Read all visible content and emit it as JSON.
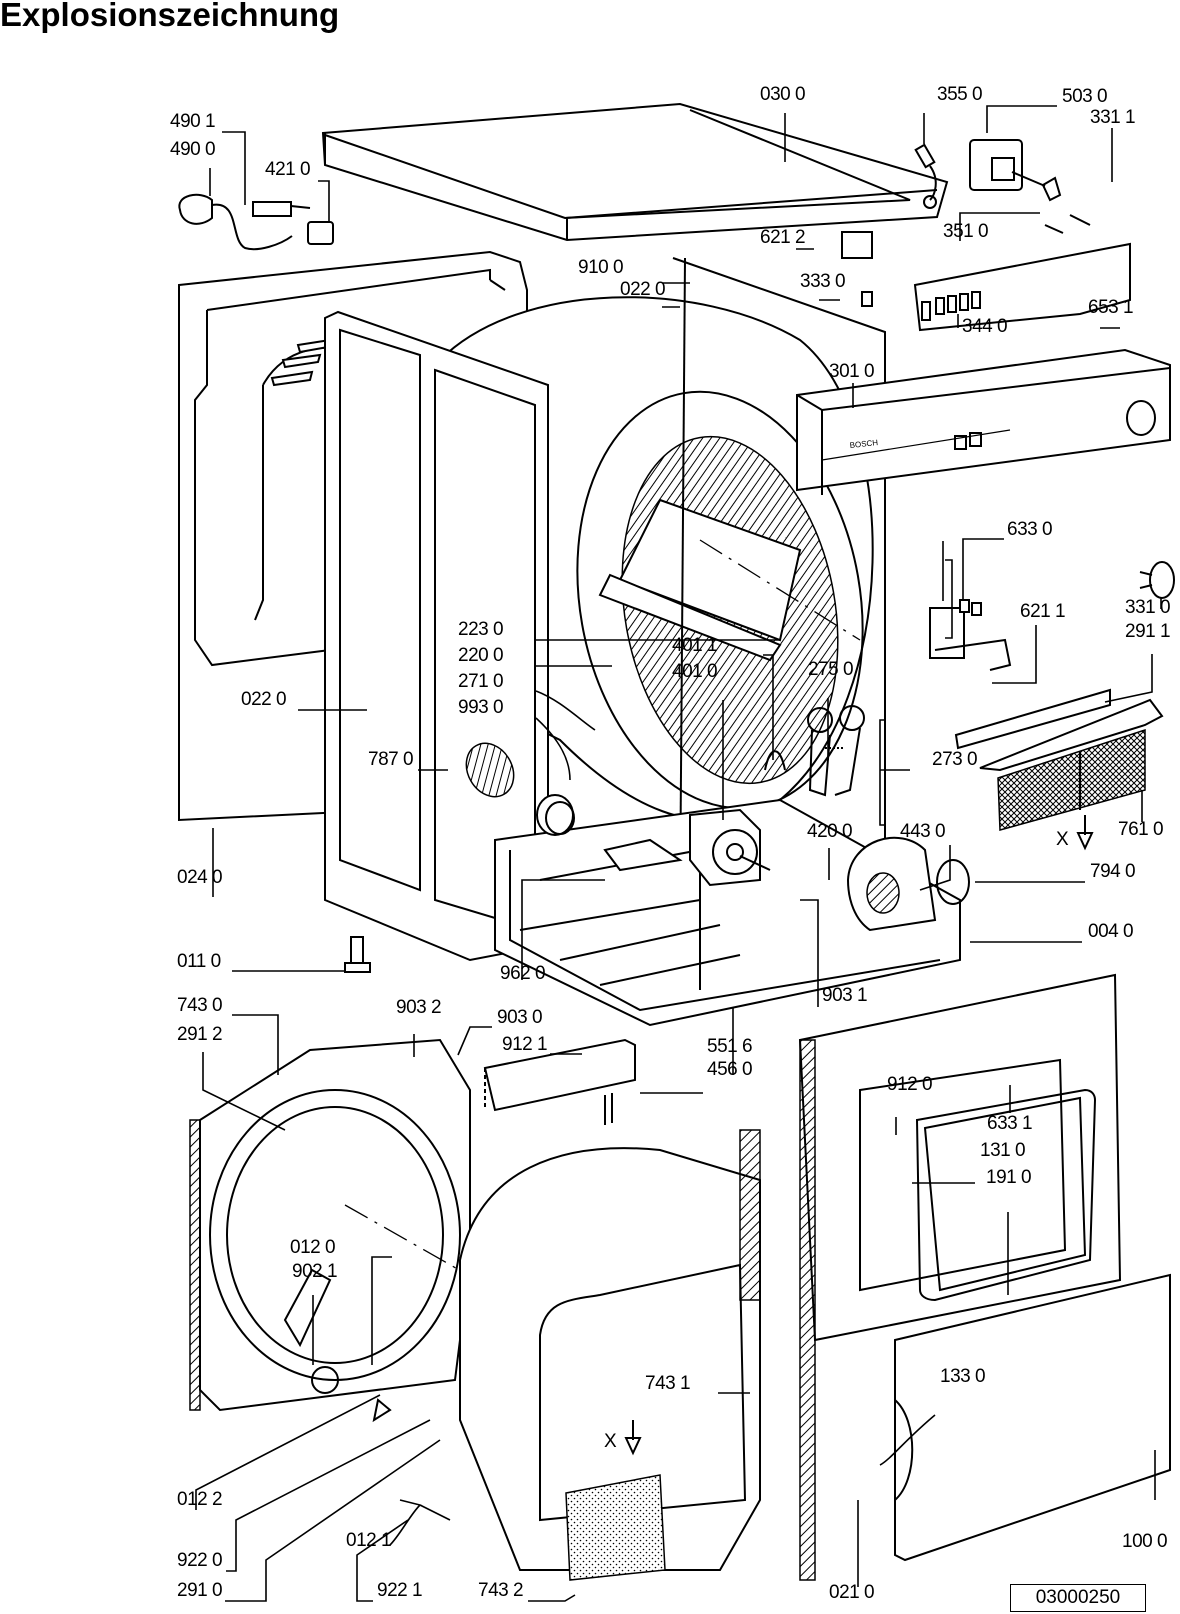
{
  "title": "Explosionszeichnung",
  "document_number": "03000250",
  "panel_brand": "BOSCH",
  "filter_marker": "X",
  "labels": [
    {
      "id": "490-1",
      "text": "490 1"
    },
    {
      "id": "490-0",
      "text": "490 0"
    },
    {
      "id": "421-0",
      "text": "421 0"
    },
    {
      "id": "030-0",
      "text": "030 0"
    },
    {
      "id": "355-0",
      "text": "355 0"
    },
    {
      "id": "503-0",
      "text": "503 0"
    },
    {
      "id": "331-1",
      "text": "331 1"
    },
    {
      "id": "621-2",
      "text": "621 2"
    },
    {
      "id": "351-0",
      "text": "351 0"
    },
    {
      "id": "910-0",
      "text": "910 0"
    },
    {
      "id": "022-0-top",
      "text": "022 0"
    },
    {
      "id": "333-0",
      "text": "333 0"
    },
    {
      "id": "344-0",
      "text": "344 0"
    },
    {
      "id": "653-1",
      "text": "653 1"
    },
    {
      "id": "301-0",
      "text": "301 0"
    },
    {
      "id": "633-0",
      "text": "633 0"
    },
    {
      "id": "621-1",
      "text": "621 1"
    },
    {
      "id": "331-0",
      "text": "331 0"
    },
    {
      "id": "291-1",
      "text": "291 1"
    },
    {
      "id": "223-0",
      "text": "223 0"
    },
    {
      "id": "220-0",
      "text": "220 0"
    },
    {
      "id": "271-0",
      "text": "271 0"
    },
    {
      "id": "993-0",
      "text": "993 0"
    },
    {
      "id": "022-0-side",
      "text": "022 0"
    },
    {
      "id": "787-0",
      "text": "787 0"
    },
    {
      "id": "401-1",
      "text": "401 1"
    },
    {
      "id": "401-0",
      "text": "401 0"
    },
    {
      "id": "275-0",
      "text": "275 0"
    },
    {
      "id": "273-0",
      "text": "273 0"
    },
    {
      "id": "420-0",
      "text": "420 0"
    },
    {
      "id": "443-0",
      "text": "443 0"
    },
    {
      "id": "761-0",
      "text": "761 0"
    },
    {
      "id": "794-0",
      "text": "794 0"
    },
    {
      "id": "024-0",
      "text": "024 0"
    },
    {
      "id": "004-0",
      "text": "004 0"
    },
    {
      "id": "011-0",
      "text": "011 0"
    },
    {
      "id": "962-0",
      "text": "962 0"
    },
    {
      "id": "903-1",
      "text": "903 1"
    },
    {
      "id": "743-0",
      "text": "743 0"
    },
    {
      "id": "291-2",
      "text": "291 2"
    },
    {
      "id": "903-2",
      "text": "903 2"
    },
    {
      "id": "903-0",
      "text": "903 0"
    },
    {
      "id": "912-1",
      "text": "912 1"
    },
    {
      "id": "551-6",
      "text": "551 6"
    },
    {
      "id": "456-0",
      "text": "456 0"
    },
    {
      "id": "912-0",
      "text": "912 0"
    },
    {
      "id": "633-1",
      "text": "633 1"
    },
    {
      "id": "131-0",
      "text": "131 0"
    },
    {
      "id": "191-0",
      "text": "191 0"
    },
    {
      "id": "012-0",
      "text": "012 0"
    },
    {
      "id": "902-1",
      "text": "902 1"
    },
    {
      "id": "743-1",
      "text": "743 1"
    },
    {
      "id": "133-0",
      "text": "133 0"
    },
    {
      "id": "012-2",
      "text": "012 2"
    },
    {
      "id": "922-0",
      "text": "922 0"
    },
    {
      "id": "012-1",
      "text": "012 1"
    },
    {
      "id": "291-0",
      "text": "291 0"
    },
    {
      "id": "922-1",
      "text": "922 1"
    },
    {
      "id": "743-2",
      "text": "743 2"
    },
    {
      "id": "021-0",
      "text": "021 0"
    },
    {
      "id": "100-0",
      "text": "100 0"
    }
  ]
}
